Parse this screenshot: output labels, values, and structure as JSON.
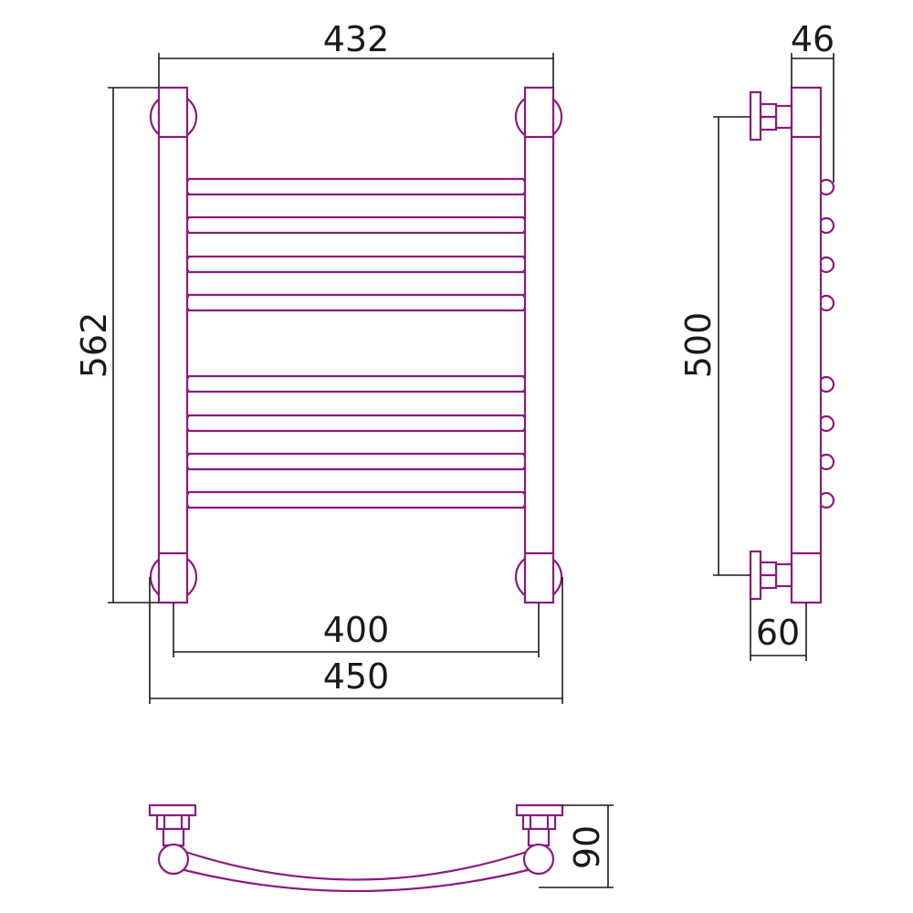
{
  "colors": {
    "drawing": "#8b1a7e",
    "dimension": "#1a1a1a"
  },
  "front_view": {
    "dim_top_width": "432",
    "dim_height": "562",
    "dim_axis_distance": "400",
    "dim_total_width": "450",
    "crossbar_count": 8
  },
  "side_view": {
    "dim_depth_top": "46",
    "dim_connection_height": "500",
    "dim_offset": "60"
  },
  "bottom_view": {
    "dim_depth": "90"
  }
}
